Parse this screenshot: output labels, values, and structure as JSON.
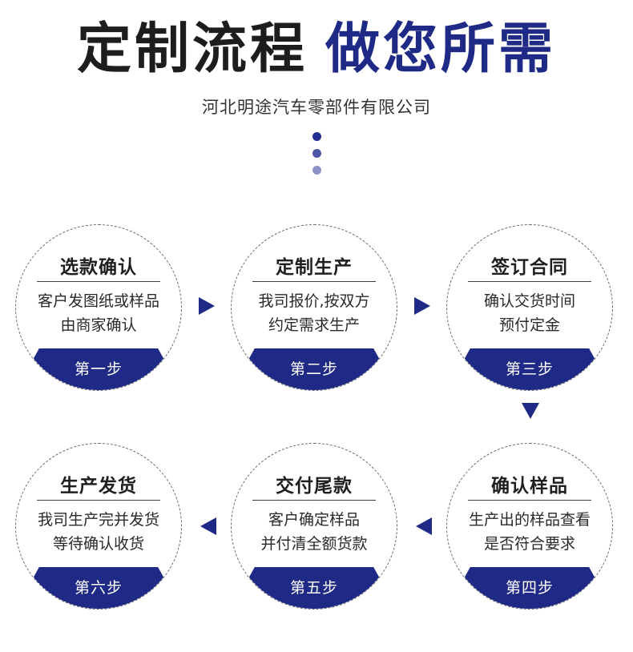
{
  "title": {
    "part1": "定制流程",
    "part2": "做您所需"
  },
  "company": "河北明途汽车零部件有限公司",
  "colors": {
    "accent": "#1f2a86",
    "text": "#1d1d1d"
  },
  "steps": [
    {
      "title": "选款确认",
      "line1": "客户发图纸或样品",
      "line2": "由商家确认",
      "label": "第一步"
    },
    {
      "title": "定制生产",
      "line1": "我司报价,按双方",
      "line2": "约定需求生产",
      "label": "第二步"
    },
    {
      "title": "签订合同",
      "line1": "确认交货时间",
      "line2": "预付定金",
      "label": "第三步"
    },
    {
      "title": "确认样品",
      "line1": "生产出的样品查看",
      "line2": "是否符合要求",
      "label": "第四步"
    },
    {
      "title": "交付尾款",
      "line1": "客户确定样品",
      "line2": "并付清全额货款",
      "label": "第五步"
    },
    {
      "title": "生产发货",
      "line1": "我司生产完并发货",
      "line2": "等待确认收货",
      "label": "第六步"
    }
  ],
  "icons": {
    "arrow_right": "triangle-right-icon",
    "arrow_left": "triangle-left-icon",
    "arrow_down": "triangle-down-icon"
  }
}
